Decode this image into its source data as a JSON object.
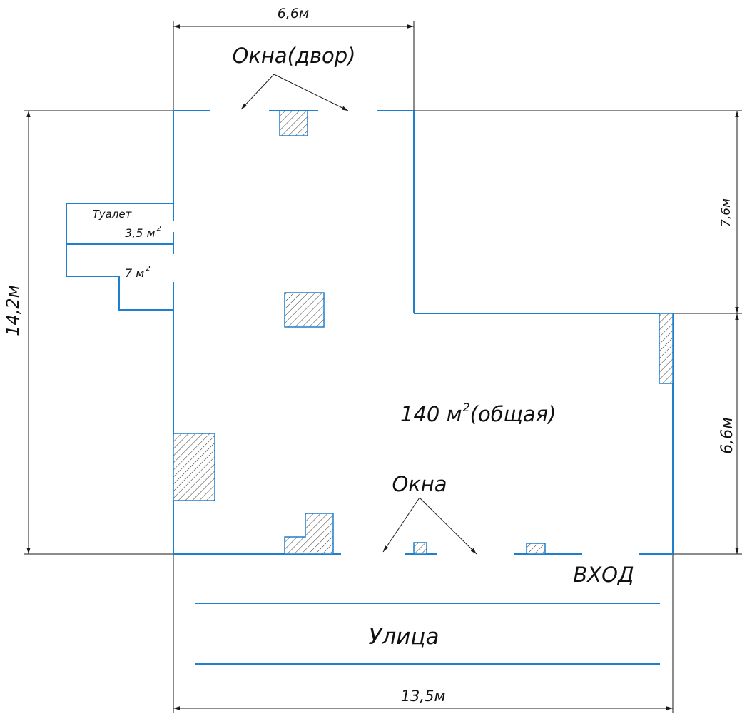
{
  "dimensions": {
    "top_width": "6,6м",
    "left_height": "14,2м",
    "right_upper": "7,6м",
    "right_lower": "6,6м",
    "bottom_width": "13,5м"
  },
  "labels": {
    "windows_yard": "Окна(двор)",
    "windows_front": "Окна",
    "toilet_title": "Туалет",
    "toilet_area_value": "3,5 м",
    "room_area_value": "7 м",
    "total_area_value": "140 м",
    "total_area_note": "(общая)",
    "area_superscript": "2",
    "entrance": "ВХОД",
    "street": "Улица"
  },
  "colors": {
    "wall": "#1e7fcf",
    "dimension": "#1a1a1a",
    "text": "#111111"
  }
}
